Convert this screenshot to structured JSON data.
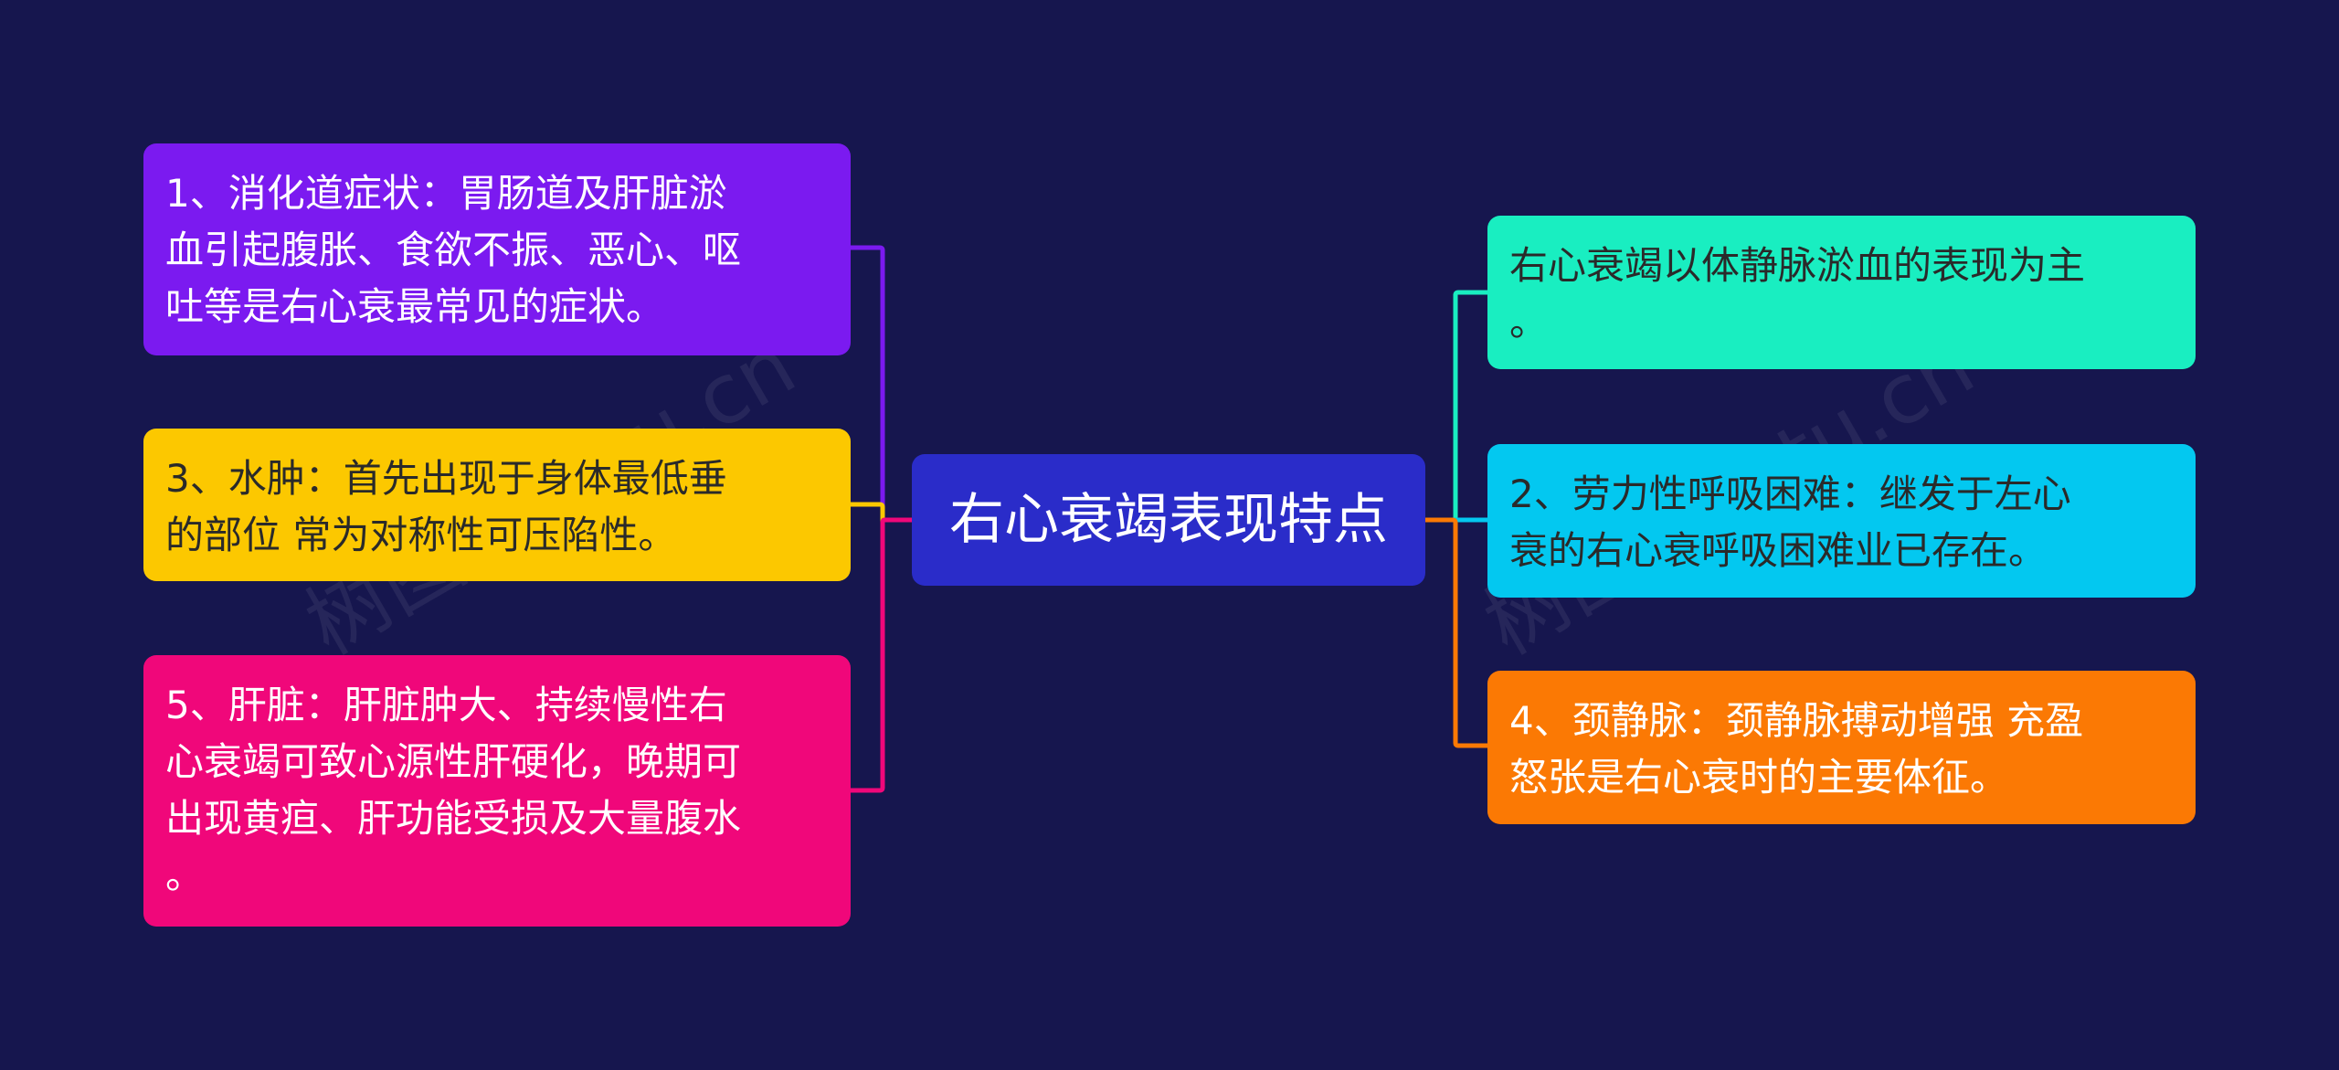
{
  "center": {
    "title": "右心衰竭表现特点",
    "color": "#2a2cc9"
  },
  "left_nodes": [
    {
      "text": "1、消化道症状：胃肠道及肝脏淤\n血引起腹胀、食欲不振、恶心、呕\n吐等是右心衰最常见的症状。",
      "color": "#7b1af0"
    },
    {
      "text": "3、水肿：首先出现于身体最低垂\n的部位 常为对称性可压陷性。",
      "color": "#fcc800"
    },
    {
      "text": "5、肝脏：肝脏肿大、持续慢性右\n心衰竭可致心源性肝硬化，晚期可\n出现黄疸、肝功能受损及大量腹水\n。",
      "color": "#f0077a"
    }
  ],
  "right_nodes": [
    {
      "text": "右心衰竭以体静脉淤血的表现为主\n。",
      "color": "#19eec1"
    },
    {
      "text": "2、劳力性呼吸困难：继发于左心\n衰的右心衰呼吸困难业已存在。",
      "color": "#03c8f0"
    },
    {
      "text": "4、颈静脉：颈静脉搏动增强 充盈\n怒张是右心衰时的主要体征。",
      "color": "#fb7904"
    }
  ],
  "watermark": {
    "left": "树图 shutu.cn",
    "right": "树图 shutu.cn"
  }
}
